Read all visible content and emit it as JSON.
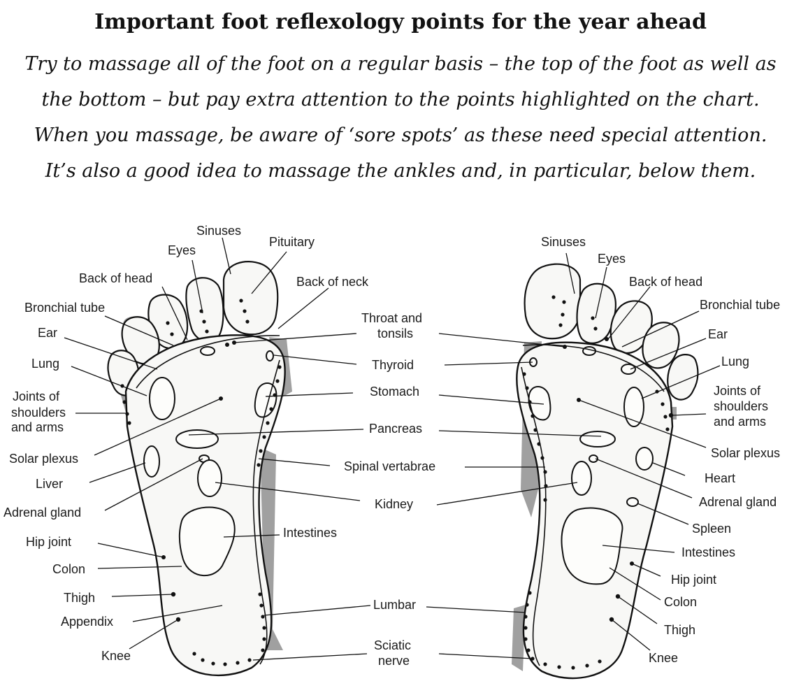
{
  "title": "Important foot reflexology points for the year ahead",
  "intro_lines": [
    "Try to massage all of the foot on a regular basis – the top of the foot as well as",
    "the bottom – but pay extra attention to the points highlighted on the chart.",
    "When you massage, be aware of ‘sore spots’ as these need special attention.",
    "It’s also a good idea to massage the ankles and, in particular, below them."
  ],
  "left_foot_labels": {
    "sinuses": "Sinuses",
    "pituitary": "Pituitary",
    "eyes": "Eyes",
    "back_of_head": "Back of head",
    "back_of_neck": "Back of neck",
    "bronchial_tube": "Bronchial tube",
    "ear": "Ear",
    "lung": "Lung",
    "joints_1": "Joints of",
    "joints_2": "shoulders",
    "joints_3": "and arms",
    "solar_plexus": "Solar plexus",
    "liver": "Liver",
    "adrenal_gland": "Adrenal gland",
    "hip_joint": "Hip joint",
    "colon": "Colon",
    "thigh": "Thigh",
    "appendix": "Appendix",
    "knee": "Knee"
  },
  "center_labels": {
    "throat_1": "Throat and",
    "throat_2": "tonsils",
    "thyroid": "Thyroid",
    "stomach": "Stomach",
    "pancreas": "Pancreas",
    "spinal_vertabrae": "Spinal vertabrae",
    "kidney": "Kidney",
    "intestines": "Intestines",
    "lumbar": "Lumbar",
    "sciatic_1": "Sciatic",
    "sciatic_2": "nerve"
  },
  "right_foot_labels": {
    "sinuses": "Sinuses",
    "eyes": "Eyes",
    "back_of_head": "Back of head",
    "bronchial_tube": "Bronchial tube",
    "ear": "Ear",
    "lung": "Lung",
    "joints_1": "Joints of",
    "joints_2": "shoulders",
    "joints_3": "and arms",
    "solar_plexus": "Solar plexus",
    "heart": "Heart",
    "adrenal_gland": "Adrenal gland",
    "spleen": "Spleen",
    "intestines": "Intestines",
    "hip_joint": "Hip joint",
    "colon": "Colon",
    "thigh": "Thigh",
    "knee": "Knee"
  }
}
